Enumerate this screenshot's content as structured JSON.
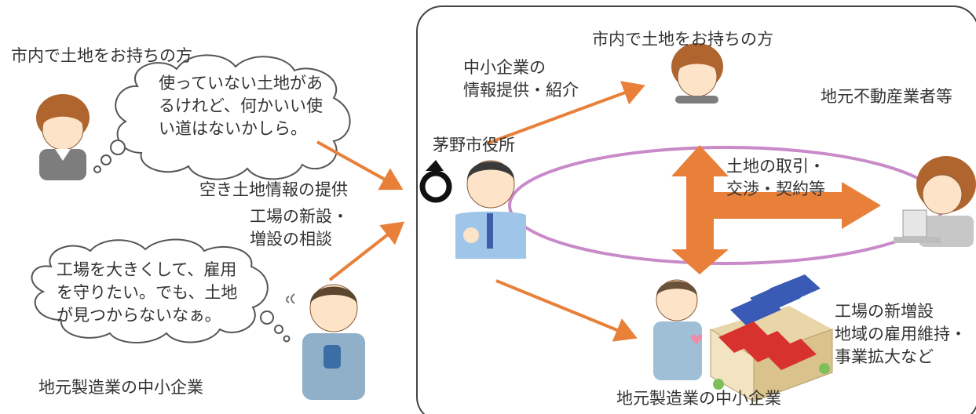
{
  "left": {
    "landowner_title": "市内で土地をお持ちの方",
    "landowner_thought": "使っていない土地があ\nるけれど、何かいい使\nい道はないかしら。",
    "provide_label": "空き土地情報の提供",
    "consult_label": "工場の新設・\n増設の相談",
    "manufacturer_thought": "工場を大きくして、雇用\nを守りたい。でも、土地\nが見つからないなぁ。",
    "manufacturer_title": "地元製造業の中小企業"
  },
  "right": {
    "landowner_title": "市内で土地をお持ちの方",
    "intro_label": "中小企業の\n情報提供・紹介",
    "city_hall": "茅野市役所",
    "realestate_title": "地元不動産業者等",
    "transaction_label": "土地の取引・\n交渉・契約等",
    "benefits": "工場の新増設\n地域の雇用維持・\n事業拡大など",
    "manufacturer_title": "地元製造業の中小企業"
  },
  "colors": {
    "arrow": "#e8803a",
    "ellipse": "#c88ac8",
    "frame": "#444444",
    "roof_blue": "#3a5bb5",
    "roof_red": "#d8322e"
  }
}
